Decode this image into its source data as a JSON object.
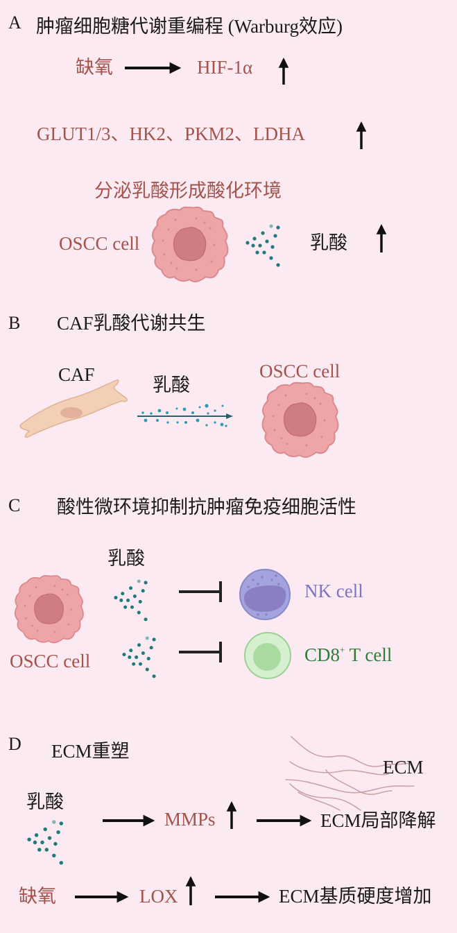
{
  "panels": {
    "A": {
      "letter": "A",
      "title": "肿瘤细胞糖代谢重编程 (Warburg效应)",
      "hypoxia": "缺氧",
      "hif": "HIF-1α",
      "genes": "GLUT1/3、HK2、PKM2、LDHA",
      "secrete": "分泌乳酸形成酸化环境",
      "cell_label": "OSCC cell",
      "lactate": "乳酸"
    },
    "B": {
      "letter": "B",
      "title": "CAF乳酸代谢共生",
      "caf_label": "CAF",
      "lactate": "乳酸",
      "cell_label": "OSCC cell"
    },
    "C": {
      "letter": "C",
      "title": "酸性微环境抑制抗肿瘤免疫细胞活性",
      "lactate": "乳酸",
      "cell_label": "OSCC cell",
      "nk_label": "NK cell",
      "cd8_label_main": "CD8",
      "cd8_label_sup": "+",
      "cd8_label_tail": " T cell"
    },
    "D": {
      "letter": "D",
      "title": "ECM重塑",
      "ecm_label": "ECM",
      "lactate": "乳酸",
      "mmps": "MMPs",
      "degrade": "ECM局部降解",
      "hypoxia": "缺氧",
      "lox": "LOX",
      "stiffness": "ECM基质硬度增加"
    }
  },
  "colors": {
    "background": "#fbeaf2",
    "text_dark": "#1a1a1a",
    "text_red": "#a4534b",
    "nk_purple": "#7b74c0",
    "cd8_green": "#2f7d3a",
    "lactate_dot": "#1f7a78",
    "tumor_cell": "#eea5a8",
    "tumor_nucleus": "#cf7c82",
    "caf_cell": "#f2cfb5"
  },
  "icons": {
    "up_arrow": "up-arrow-icon",
    "right_arrow": "right-arrow-icon",
    "inhibit": "inhibition-bar-icon"
  }
}
